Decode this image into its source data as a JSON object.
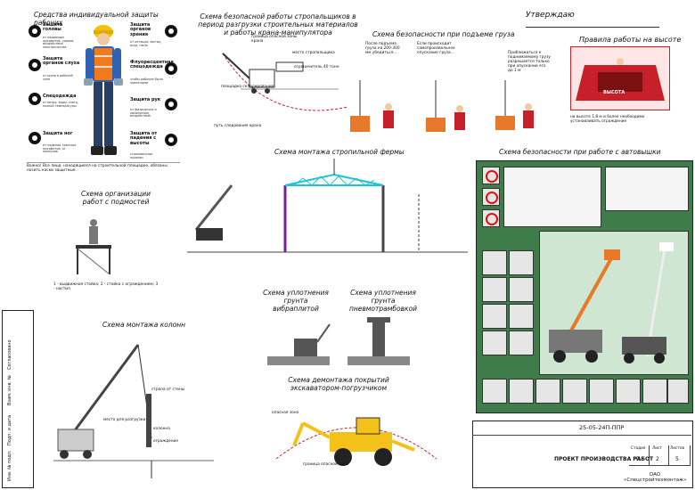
{
  "approve": {
    "label": "Утверждаю"
  },
  "ppe": {
    "title": "Средства индивидуальной защиты рабочих",
    "items_left": [
      {
        "label": "Защита головы",
        "desc": "от падающих предметов, ударов, воздействия электричества"
      },
      {
        "label": "Защита органов слуха",
        "desc": "от шума в рабочей зоне"
      },
      {
        "label": "Спецодежда",
        "desc": "от ветра, воды, снега, низкой температуры"
      },
      {
        "label": "Защита ног",
        "desc": "от падения тяжелых предметов, от проколов"
      }
    ],
    "items_right": [
      {
        "label": "Защита органов зрения",
        "desc": "от летящих частиц, искр, пыли"
      },
      {
        "label": "Флуоресцентная спецодежда",
        "desc": "чтобы рабочие были заметными"
      },
      {
        "label": "Защита рук",
        "desc": "от физических и химических воздействий"
      },
      {
        "label": "Защита от падения с высоты",
        "desc": "страховочные привязи"
      }
    ],
    "note": "Важно! Все лица, находящиеся на строительной площадке, обязаны носить каски защитные."
  },
  "sling": {
    "title": "Схема безопасной работы стропальщиков в период разгрузки строительных материалов и работы крана-манипулятора",
    "labels": [
      "граница опасной зоны крана",
      "место стропальщика",
      "ограничитель 40 тонн",
      "площадка складирования",
      "путь следования крана"
    ]
  },
  "lift": {
    "title": "Схема безопасности при подъеме груза",
    "texts": [
      "После подъема груза на 200-300 мм убедиться...",
      "Если происходит самопроизвольное опускание груза...",
      "Приближаться к поднимаемому грузу разрешается только при опускании его до 1 м"
    ]
  },
  "height": {
    "title": "Правила работы на высоте",
    "note": "на высоте 1,8 м и более необходимо устанавливать ограждение",
    "sign": "ВЫСОТА"
  },
  "truss": {
    "title": "Схема монтажа стропильной фермы"
  },
  "scaffold": {
    "title": "Схема организации работ с подмостей",
    "legend": "1 - выдвижная стойка; 2 - стойка с ограждением; 3 - настил"
  },
  "soil_vib": {
    "title": "Схема уплотнения грунта вибраплитой"
  },
  "soil_pneu": {
    "title": "Схема уплотнения грунта пневмотрамбовкой"
  },
  "columns": {
    "title": "Схема монтажа колонн",
    "labels": [
      "стропа от стены",
      "место для разгрузки",
      "колонна",
      "ограждение"
    ]
  },
  "excavator": {
    "title": "Схема демонтажа покрытий экскаватором-погрузчиком",
    "labels": [
      "опасная зона",
      "граница опасной зоны"
    ]
  },
  "truck": {
    "title": "Схема безопасности при работе с автовышки"
  },
  "stamp": {
    "code": "25-05-24П-ППР",
    "project": "ПРОЕКТ ПРОИЗВОДСТВА РАБОТ",
    "org": "ОАО «Спецстройтехмонтаж»",
    "sheet_labels": [
      "Стадия",
      "Лист",
      "Листов"
    ],
    "sheet_values": [
      "П",
      "2",
      "5"
    ]
  },
  "side_labels": [
    "Инв. № подл.",
    "Подп. и дата",
    "Взам. инв. №",
    "Согласовано"
  ],
  "colors": {
    "accent_red": "#c8202a",
    "crane_cyan": "#1fc3d6",
    "excavator_yellow": "#f2c21b",
    "green_bg": "#3e7d4a"
  }
}
